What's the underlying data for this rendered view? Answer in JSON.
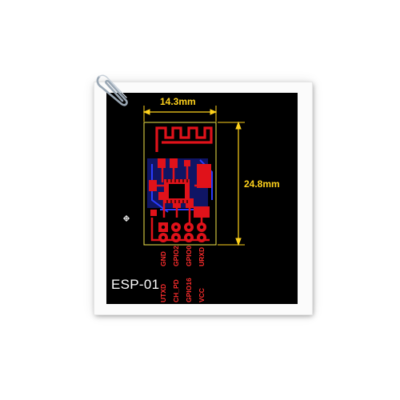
{
  "title": "ESP-01",
  "dimensions": {
    "width": "14.3mm",
    "height": "24.8mm"
  },
  "pins": {
    "top_row": [
      "GND",
      "GPIO2",
      "GPIO0",
      "URXD"
    ],
    "bottom_row": [
      "UTXD",
      "CH_PD",
      "GPIO16",
      "VCC"
    ]
  },
  "colors": {
    "board_background": "#000000",
    "copper_top": "#e0121a",
    "copper_bottom": "#2a3cff",
    "dimension": "#ffd21c",
    "outline": "#f2e64a",
    "label": "#ffffff"
  },
  "icons": [
    "paperclip-icon",
    "origin-marker-icon"
  ]
}
